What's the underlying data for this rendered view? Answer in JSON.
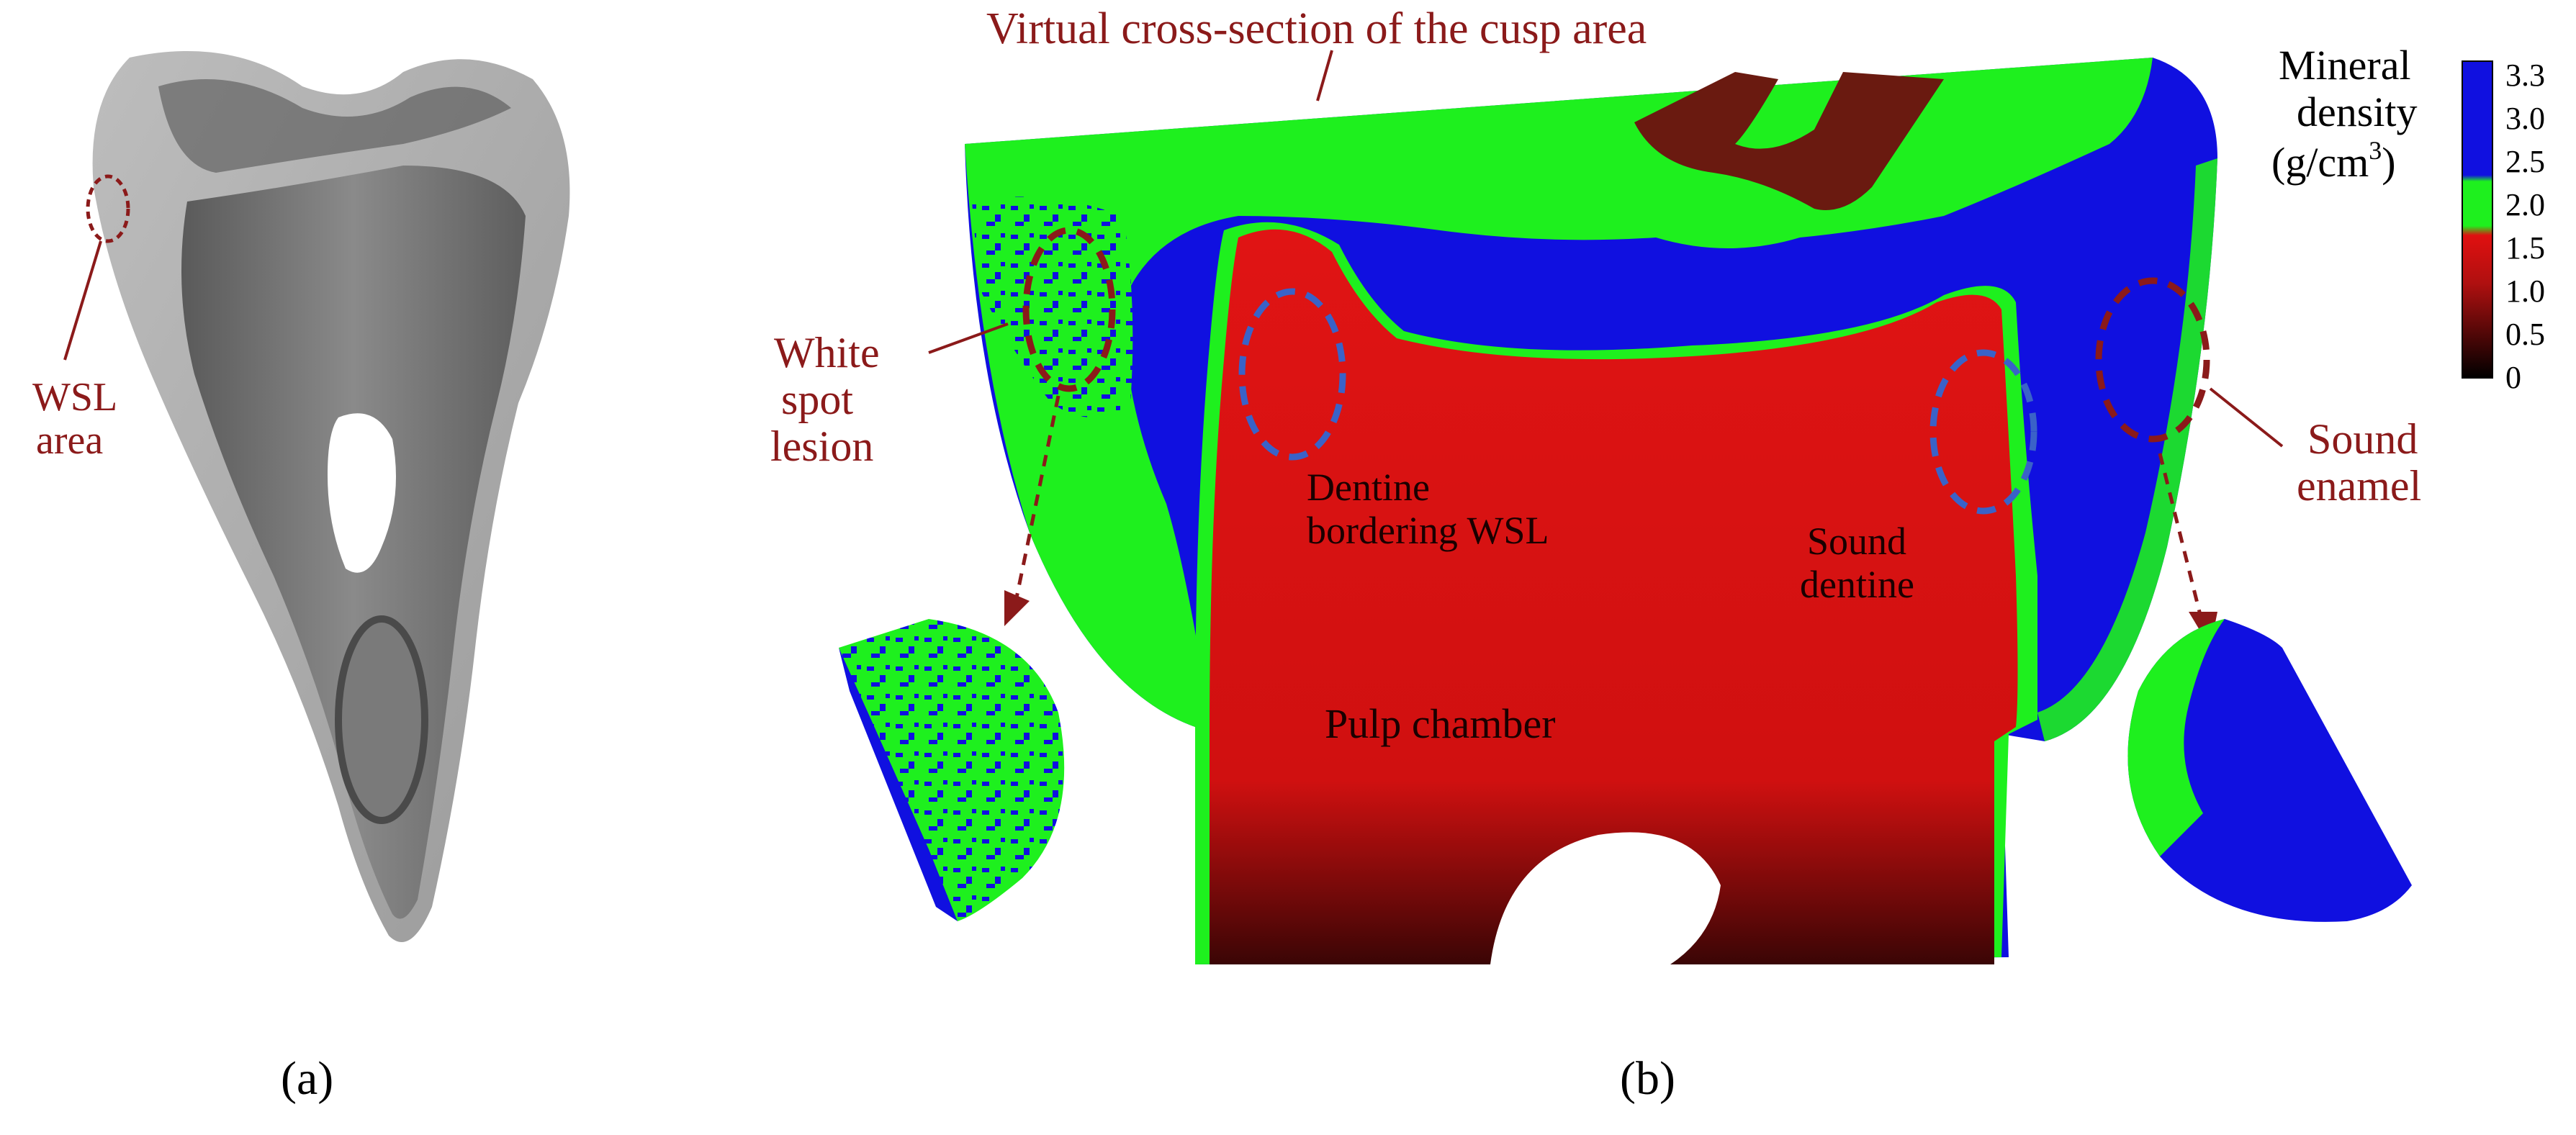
{
  "panel_a": {
    "caption": "(a)",
    "label_line1": "WSL",
    "label_line2": "area"
  },
  "panel_b": {
    "caption": "(b)",
    "title": "Virtual cross-section of the cusp area",
    "white_spot_line1": "White",
    "white_spot_line2": "spot",
    "white_spot_line3": "lesion",
    "sound_enamel_line1": "Sound",
    "sound_enamel_line2": "enamel",
    "dentine_bordering_line1": "Dentine",
    "dentine_bordering_line2": "bordering WSL",
    "sound_dentine_line1": "Sound",
    "sound_dentine_line2": "dentine",
    "pulp_chamber": "Pulp chamber"
  },
  "colorbar": {
    "title_line1": "Mineral",
    "title_line2": "density",
    "title_line3_prefix": "(g/cm",
    "title_line3_sup": "3",
    "title_line3_suffix": ")",
    "ticks": [
      "3.3",
      "3.0",
      "2.5",
      "2.0",
      "1.5",
      "1.0",
      "0.5",
      "0"
    ],
    "colors": {
      "blue": "#1010e0",
      "green": "#1ef01e",
      "red": "#e01010",
      "black": "#000000"
    }
  }
}
